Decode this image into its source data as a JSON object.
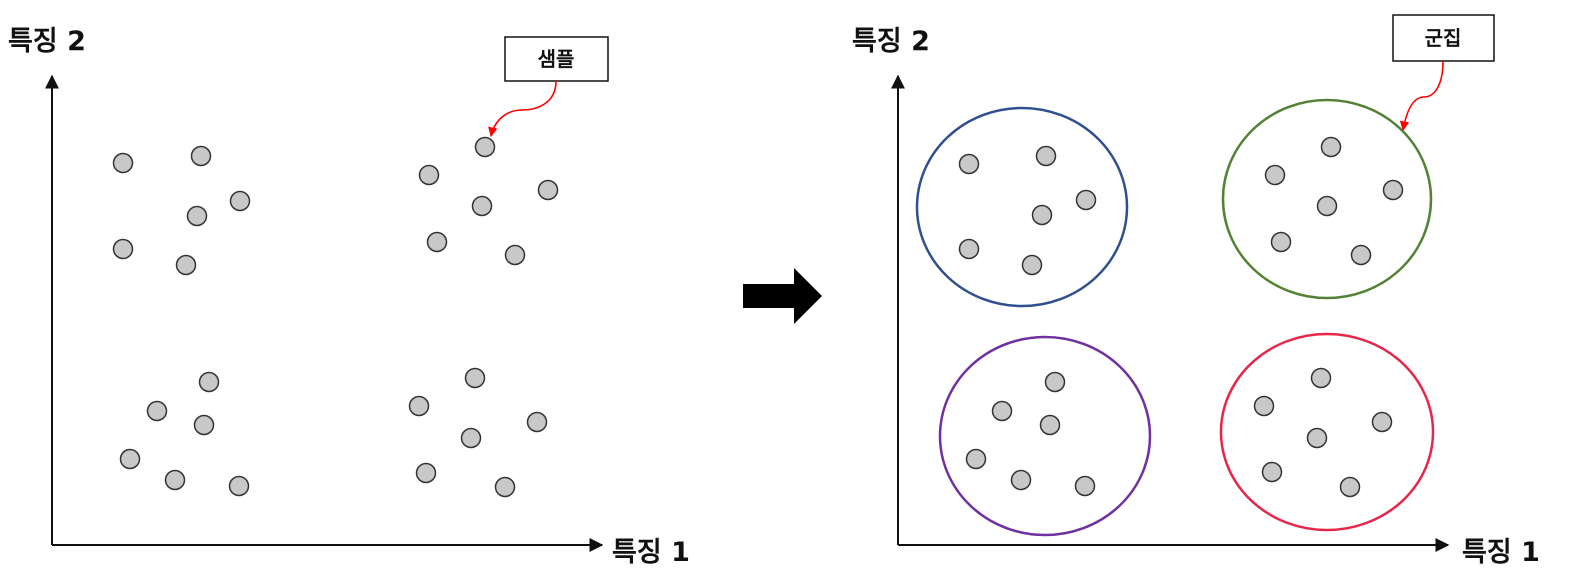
{
  "left_panel": {
    "y_axis_label": "특징 2",
    "x_axis_label": "특징 1",
    "callout": "샘플"
  },
  "right_panel": {
    "y_axis_label": "특징 2",
    "x_axis_label": "특징 1",
    "callout": "군집"
  },
  "colors": {
    "point_fill": "#c8c8c8",
    "point_stroke": "#333333",
    "callout_arrow": "#ff0000",
    "cluster_blue": "#2f4f8f",
    "cluster_green": "#548235",
    "cluster_purple": "#7030a0",
    "cluster_red": "#e8264a"
  }
}
